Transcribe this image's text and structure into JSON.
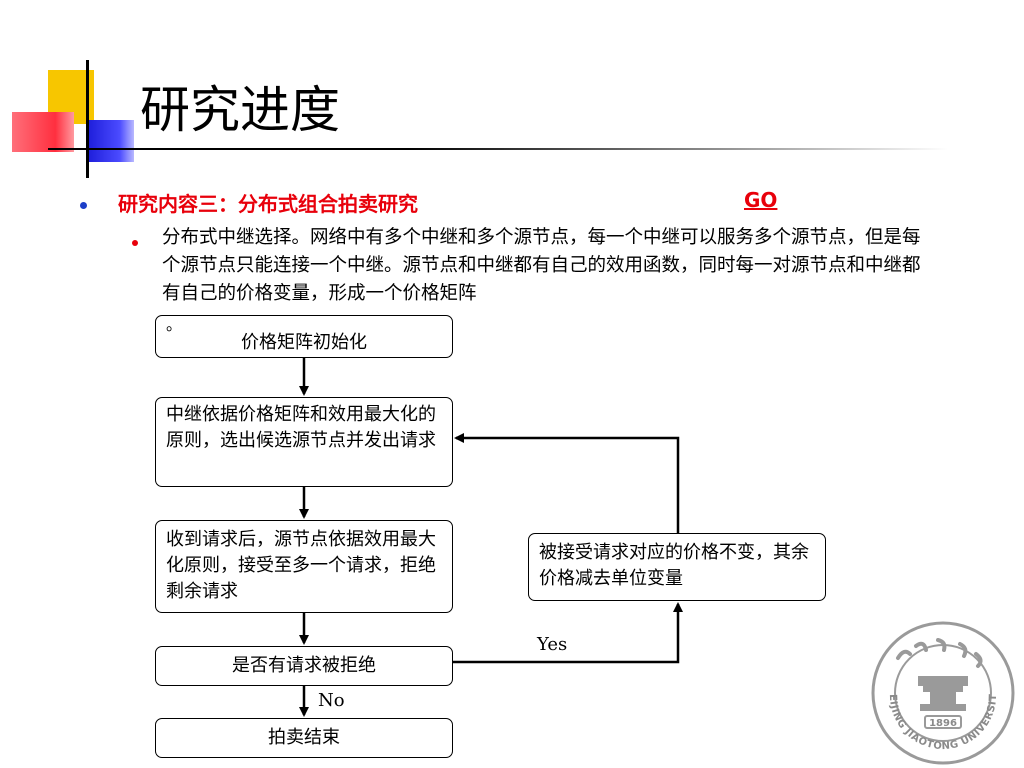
{
  "slide": {
    "title": "研究进度",
    "bullet1": "研究内容三：分布式组合拍卖研究",
    "go_link": "GO",
    "bullet2": "分布式中继选择。网络中有多个中继和多个源节点，每一个中继可以服务多个源节点，但是每个源节点只能连接一个中继。源节点和中继都有自己的效用函数，同时每一对源节点和中继都有自己的价格变量，形成一个价格矩阵"
  },
  "flowchart": {
    "init_corner": "。",
    "init": "价格矩阵初始化",
    "relay": "中继依据价格矩阵和效用最大化的原则，选出候选源节点并发出请求",
    "receive": "收到请求后，源节点依据效用最大化原则，接受至多一个请求，拒绝剩余请求",
    "question": "是否有请求被拒绝",
    "end": "拍卖结束",
    "price_update": "被接受请求对应的价格不变，其余价格减去单位变量",
    "yes_label": "Yes",
    "no_label": "No"
  },
  "logo": {
    "year": "1896",
    "name": "BEIJING JIAOTONG UNIVERSITY"
  },
  "colors": {
    "accent_red": "#e8000b",
    "bullet_blue": "#1c3ec8"
  }
}
